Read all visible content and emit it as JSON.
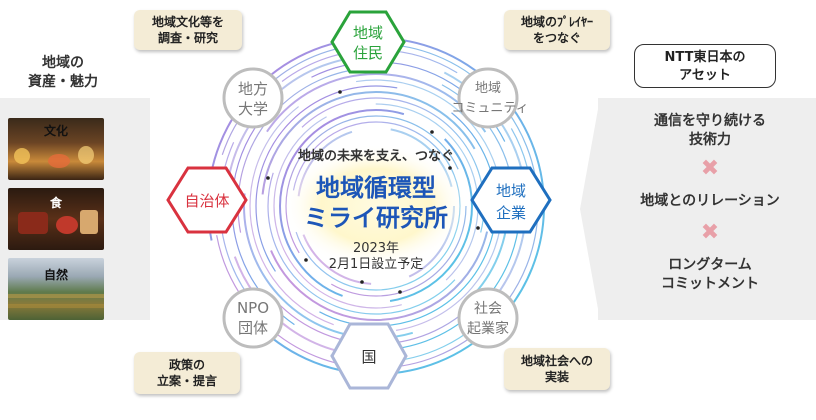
{
  "left": {
    "title_line1": "地域の",
    "title_line2": "資産・魅力",
    "tiles": [
      {
        "label": "文化"
      },
      {
        "label": "食"
      },
      {
        "label": "自然"
      }
    ]
  },
  "notes": {
    "top_left_line1": "地域文化等を",
    "top_left_line2": "調査・研究",
    "top_right_line1": "地域のﾌﾟﾚｲﾔｰ",
    "top_right_line2": "をつなぐ",
    "bottom_left_line1": "政策の",
    "bottom_left_line2": "立案・提言",
    "bottom_right_line1": "地域社会への",
    "bottom_right_line2": "実装"
  },
  "center": {
    "tagline": "地域の未来を支え、つなぐ",
    "name_line1": "地域循環型",
    "name_line2": "ミライ研究所",
    "date_line1": "2023年",
    "date_line2": "2月1日設立予定"
  },
  "hexagons": {
    "top_line1": "地域",
    "top_line2": "住民",
    "right_line1": "地域",
    "right_line2": "企業",
    "left_label": "自治体",
    "bottom_label": "国"
  },
  "circles": {
    "top_left_line1": "地方",
    "top_left_line2": "大学",
    "top_right_line1": "地域",
    "top_right_line2": "コミュニティ",
    "bottom_left_line1": "NPO",
    "bottom_left_line2": "団体",
    "bottom_right_line1": "社会",
    "bottom_right_line2": "起業家"
  },
  "right": {
    "box_line1": "NTT東日本の",
    "box_line2": "アセット",
    "item1_line1": "通信を守り続ける",
    "item1_line2": "技術力",
    "cross_symbol": "✖",
    "item2": "地域とのリレーション",
    "item3_line1": "ロングターム",
    "item3_line2": "コミットメント"
  },
  "colors": {
    "green": "#2aa33b",
    "blue": "#1f6fbf",
    "red": "#d9323f",
    "bottom_hex": "#aab6d8",
    "gray_circle": "#bdbdbd",
    "note_bg": "#f4ecd6",
    "cross": "#e8a0a8"
  }
}
